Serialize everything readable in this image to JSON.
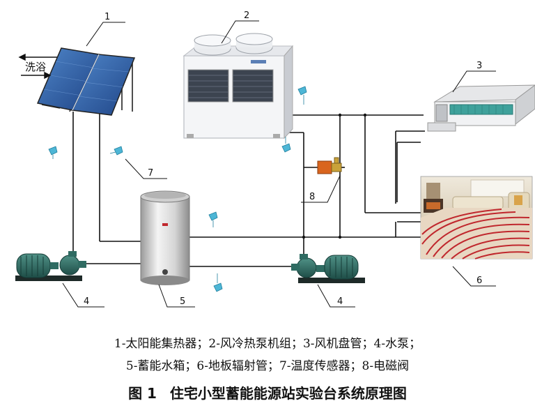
{
  "component_numbers": {
    "solar_collector": "1",
    "heat_pump": "2",
    "fan_coil": "3",
    "pump_left": "4",
    "pump_right": "4",
    "storage_tank": "5",
    "floor_radiant": "6",
    "temperature_sensor": "7",
    "solenoid_valve": "8"
  },
  "bath_label": "洗浴",
  "legend": {
    "line1": "1-太阳能集热器；2-风冷热泵机组；3-风机盘管；4-水泵；",
    "line2": "5-蓄能水箱；6-地板辐射管；7-温度传感器；8-电磁阀"
  },
  "figure": {
    "number": "图 1",
    "title": "住宅小型蓄能能源站实验台系统原理图"
  },
  "colors": {
    "pipe": "#111111",
    "solar_panel": "#2d5a9c",
    "pump_body": "#2f6b62",
    "sensor": "#4db6d6",
    "valve": "#d9651e"
  }
}
